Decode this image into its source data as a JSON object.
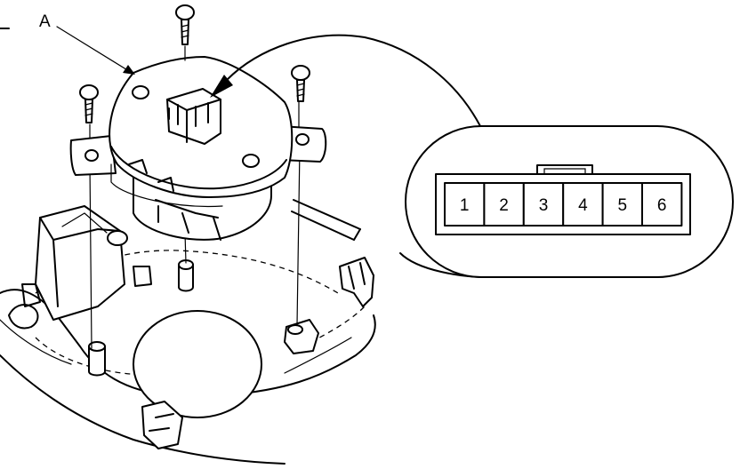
{
  "callout_label": "A",
  "connector": {
    "pins": [
      "1",
      "2",
      "3",
      "4",
      "5",
      "6"
    ]
  }
}
